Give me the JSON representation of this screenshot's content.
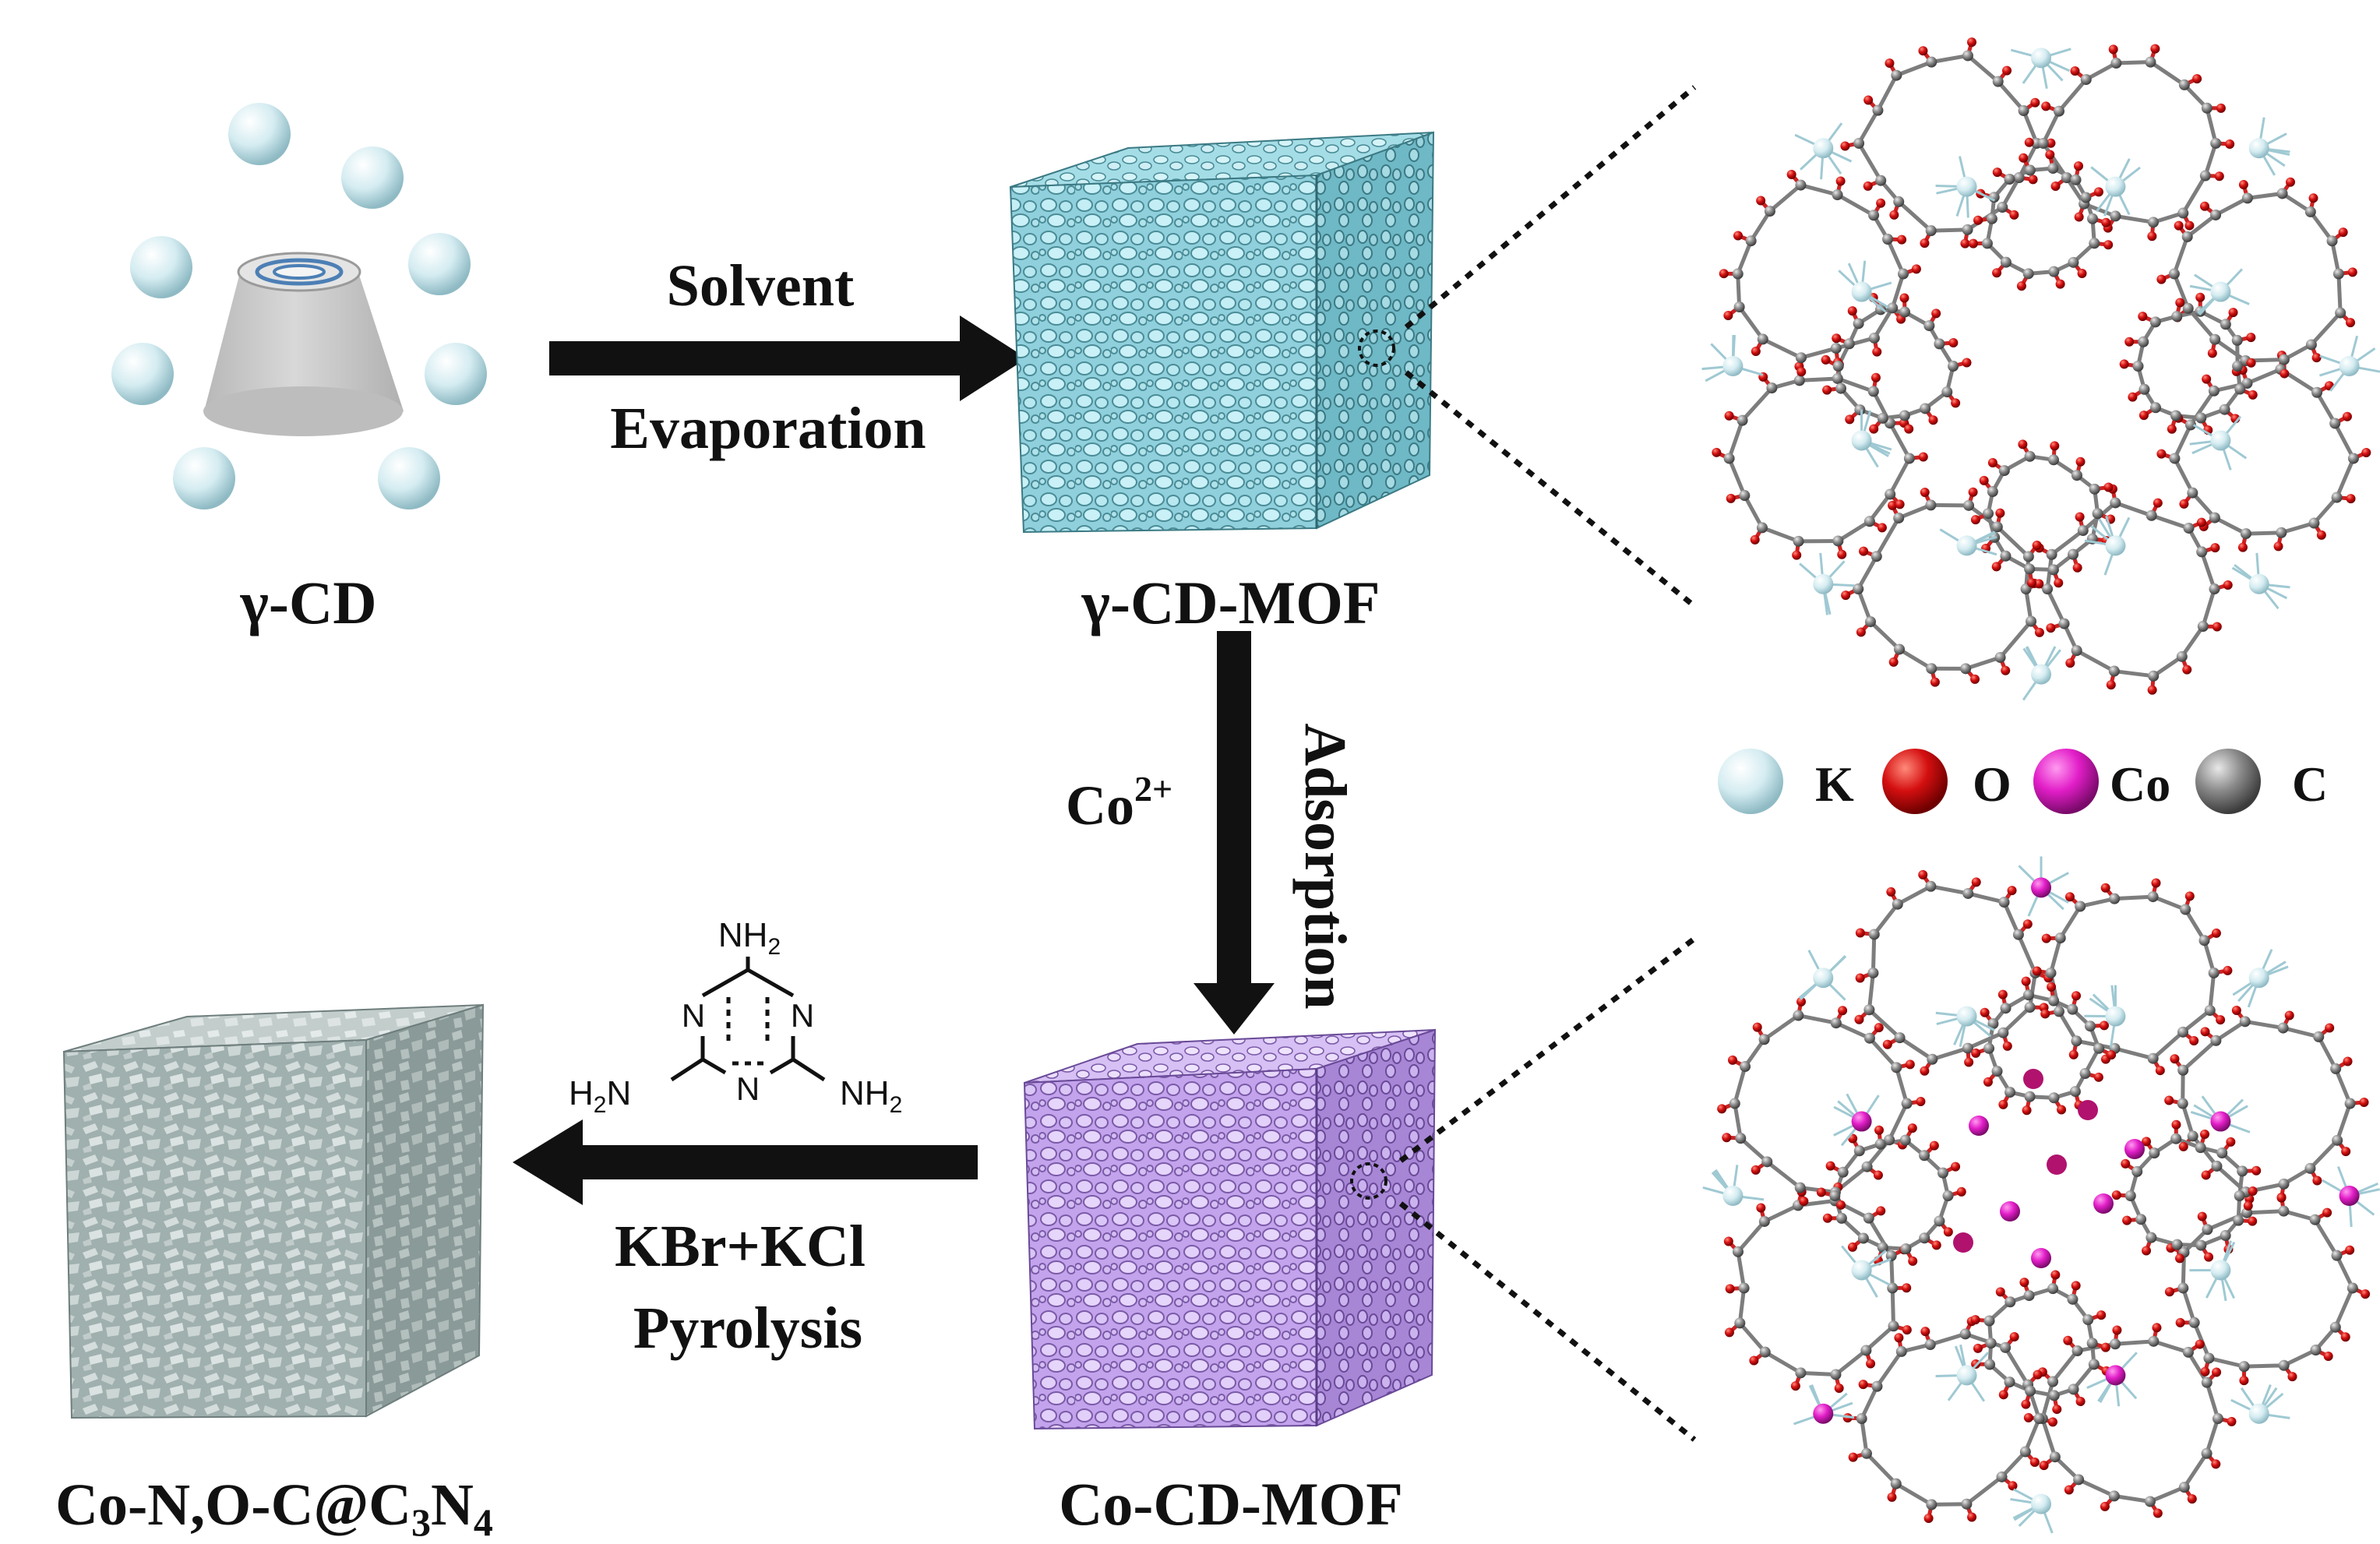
{
  "labels": {
    "gamma_cd": "γ-CD",
    "gamma_cd_mof": "γ-CD-MOF",
    "co_cd_mof": "Co-CD-MOF",
    "product": {
      "main": "Co-N,O-C@C",
      "sub1": "3",
      "mid": "N",
      "sub2": "4"
    }
  },
  "arrows": {
    "solvent": "Solvent",
    "evaporation": "Evaporation",
    "adsorption": "Adsorption",
    "co_ion": {
      "base": "Co",
      "sup": "2+"
    },
    "salts": "KBr+KCl",
    "pyrolysis": "Pyrolysis"
  },
  "melamine": {
    "nh2": "NH",
    "sub": "2",
    "h2n_h": "H",
    "h2n_n": "N",
    "ring_n": "N"
  },
  "legend": [
    {
      "symbol": "K",
      "color": "#cfe8ef"
    },
    {
      "symbol": "O",
      "color": "#d40f10"
    },
    {
      "symbol": "Co",
      "color": "#e21ec8"
    },
    {
      "symbol": "C",
      "color": "#8a8a8a"
    }
  ],
  "colors": {
    "cd_cone": "#cfcfcf",
    "k_sphere": "#cfe8ef",
    "mof_cube": "#8fd3df",
    "co_mof_cube": "#c9a9ef",
    "product_cube": "#b9c6c5",
    "arrow": "#111111"
  }
}
